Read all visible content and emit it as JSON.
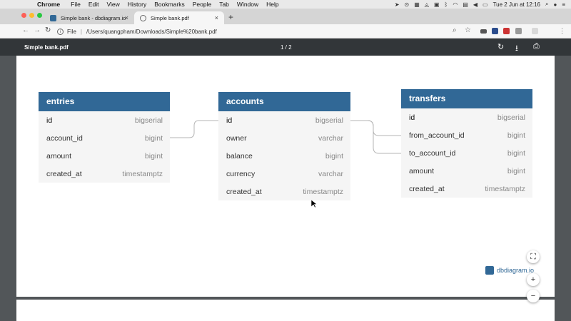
{
  "menubar": {
    "app": "Chrome",
    "items": [
      "File",
      "Edit",
      "View",
      "History",
      "Bookmarks",
      "People",
      "Tab",
      "Window",
      "Help"
    ],
    "clock": "Tue 2 Jun at 12:16"
  },
  "tabs": [
    {
      "title": "Simple bank - dbdiagram.io",
      "favicon_color": "#316896",
      "active": false
    },
    {
      "title": "Simple bank.pdf",
      "favicon_color": "#666666",
      "active": true
    }
  ],
  "toolbar": {
    "scheme": "File",
    "url": "/Users/quangpham/Downloads/Simple%20bank.pdf"
  },
  "pdf": {
    "title": "Simple bank.pdf",
    "pages": "1 / 2"
  },
  "entries": {
    "name": "entries",
    "fields": [
      {
        "name": "id",
        "type": "bigserial"
      },
      {
        "name": "account_id",
        "type": "bigint"
      },
      {
        "name": "amount",
        "type": "bigint"
      },
      {
        "name": "created_at",
        "type": "timestamptz"
      }
    ]
  },
  "accounts": {
    "name": "accounts",
    "fields": [
      {
        "name": "id",
        "type": "bigserial"
      },
      {
        "name": "owner",
        "type": "varchar"
      },
      {
        "name": "balance",
        "type": "bigint"
      },
      {
        "name": "currency",
        "type": "varchar"
      },
      {
        "name": "created_at",
        "type": "timestamptz"
      }
    ]
  },
  "transfers": {
    "name": "transfers",
    "fields": [
      {
        "name": "id",
        "type": "bigserial"
      },
      {
        "name": "from_account_id",
        "type": "bigint"
      },
      {
        "name": "to_account_id",
        "type": "bigint"
      },
      {
        "name": "amount",
        "type": "bigint"
      },
      {
        "name": "created_at",
        "type": "timestamptz"
      }
    ]
  },
  "brand": "dbdiagram.io",
  "zoom": {
    "fit_icon": "⛶",
    "in": "+",
    "out": "−"
  },
  "colors": {
    "header": "#316896",
    "pdf_toolbar": "#323639"
  }
}
